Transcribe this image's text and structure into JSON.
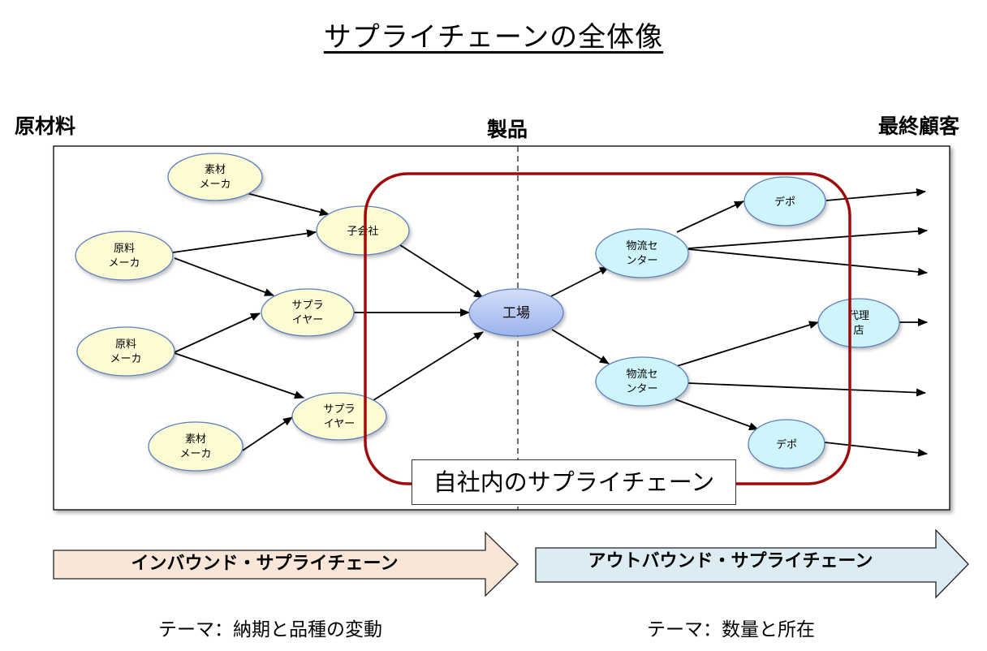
{
  "title": "サプライチェーンの全体像",
  "stage_labels": {
    "raw_material": "原材料",
    "product": "製品",
    "end_customer": "最終顧客"
  },
  "nodes": {
    "material_maker_top": [
      "素材",
      "メーカ"
    ],
    "raw_maker_1": [
      "原料",
      "メーカ"
    ],
    "raw_maker_2": [
      "原料",
      "メーカ"
    ],
    "material_maker_bottom": [
      "素材",
      "メーカ"
    ],
    "subsidiary": [
      "子会社"
    ],
    "supplier_1": [
      "サプラ",
      "イヤー"
    ],
    "supplier_2": [
      "サプラ",
      "イヤー"
    ],
    "factory": [
      "工場"
    ],
    "logistics_center_1": [
      "物流セ",
      "ンター"
    ],
    "logistics_center_2": [
      "物流セ",
      "ンター"
    ],
    "depot_1": [
      "デポ"
    ],
    "agency": [
      "代理",
      "店"
    ],
    "depot_2": [
      "デポ"
    ]
  },
  "internal_label": "自社内のサプライチェーン",
  "bands": {
    "inbound": "インバウンド・サプライチェーン",
    "outbound": "アウトバウンド・サプライチェーン"
  },
  "themes": {
    "inbound": "テーマ：納期と品種の変動",
    "outbound": "テーマ：数量と所在"
  },
  "colors": {
    "supplier_node_fill": "#fdfbd2",
    "internal_node_fill": "#cdf5fb",
    "factory_fill_top": "#c9d6f7",
    "factory_fill_bottom": "#9fb5ee",
    "node_stroke": "#5b7fbf",
    "internal_boundary": "#a10a0a",
    "inbound_band": "#f9e6d8",
    "outbound_band": "#ddebf2"
  }
}
